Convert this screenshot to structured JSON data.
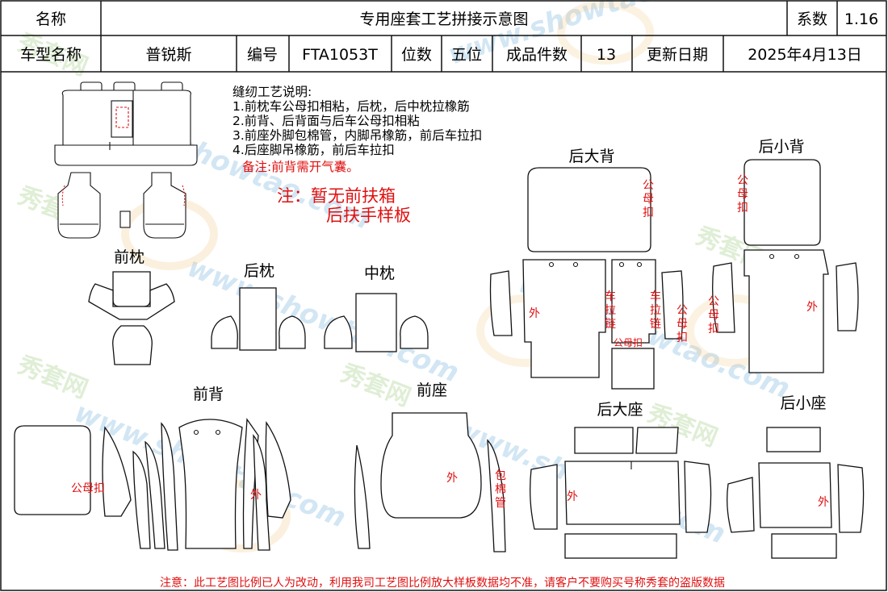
{
  "header": {
    "name_label": "名称",
    "title": "专用座套工艺拼接示意图",
    "coef_label": "系数",
    "coef_value": "1.16",
    "model_label": "车型名称",
    "model_value": "普锐斯",
    "code_label": "编号",
    "code_value": "FTA1053T",
    "seats_label": "位数",
    "seats_value": "五位",
    "pieces_label": "成品件数",
    "pieces_value": "13",
    "update_label": "更新日期",
    "update_value": "2025年4月13日"
  },
  "notes": {
    "heading": "缝纫工艺说明:",
    "lines": [
      "1.前枕车公母扣相粘，后枕，后中枕拉橡筋",
      "2.前背、后背面与后车公母扣相粘",
      "3.前座外脚包棉管，内脚吊橡筋，前后车拉扣",
      "4.后座脚吊橡筋，前后车拉扣"
    ],
    "remark": "备注:前背需开气囊。",
    "big_note_1": "注：暂无前扶箱",
    "big_note_2": "后扶手样板"
  },
  "sections": {
    "front_pillow": "前枕",
    "rear_pillow": "后枕",
    "middle_pillow": "中枕",
    "rear_big_back": "后大背",
    "rear_small_back": "后小背",
    "front_back": "前背",
    "front_seat": "前座",
    "rear_big_seat": "后大座",
    "rear_small_seat": "后小座"
  },
  "labels": {
    "wai": "外",
    "gongmukou": "公母扣",
    "gong": "公",
    "mu": "母",
    "kou": "扣",
    "che": "车",
    "la": "拉",
    "lian": "链",
    "bao": "包",
    "mian": "棉",
    "guan": "管"
  },
  "footer": "注意：此工艺图比例已人为改动，利用我司工艺图比例放大样板数据均不准，请客户不要购买号称秀套的盗版数据",
  "watermark": {
    "url": "www.showtao.com",
    "brand": "秀套网"
  },
  "colors": {
    "accent_red": "#e01010",
    "line": "#111111",
    "watermark_blue": "#5fa7d8",
    "watermark_green": "#8fc46a"
  }
}
